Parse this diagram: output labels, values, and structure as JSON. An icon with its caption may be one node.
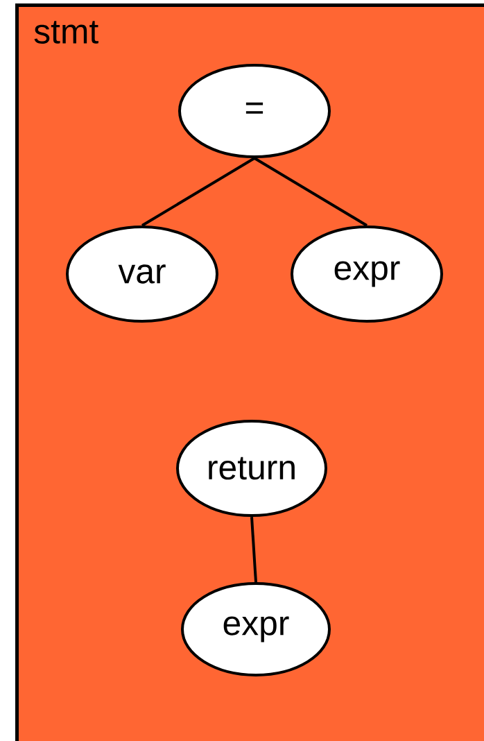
{
  "diagram": {
    "nodes": [
      {
        "text": [
          "stmt"
        ]
      },
      {
        "text": [
          "="
        ],
        "in": 0
      },
      {
        "text": [
          "var"
        ],
        "in": 0
      },
      {
        "text": [
          "expr"
        ],
        "in": 0
      },
      {
        "text": [
          "return"
        ],
        "in": 0
      },
      {
        "text": [
          "expr"
        ],
        "in": 0
      }
    ],
    "edges": [
      {
        "from": 1,
        "to": 2,
        "arrow": "none"
      },
      {
        "from": 1,
        "to": 3,
        "arrow": "none"
      },
      {
        "from": 4,
        "to": 5,
        "arrow": "none"
      }
    ]
  }
}
